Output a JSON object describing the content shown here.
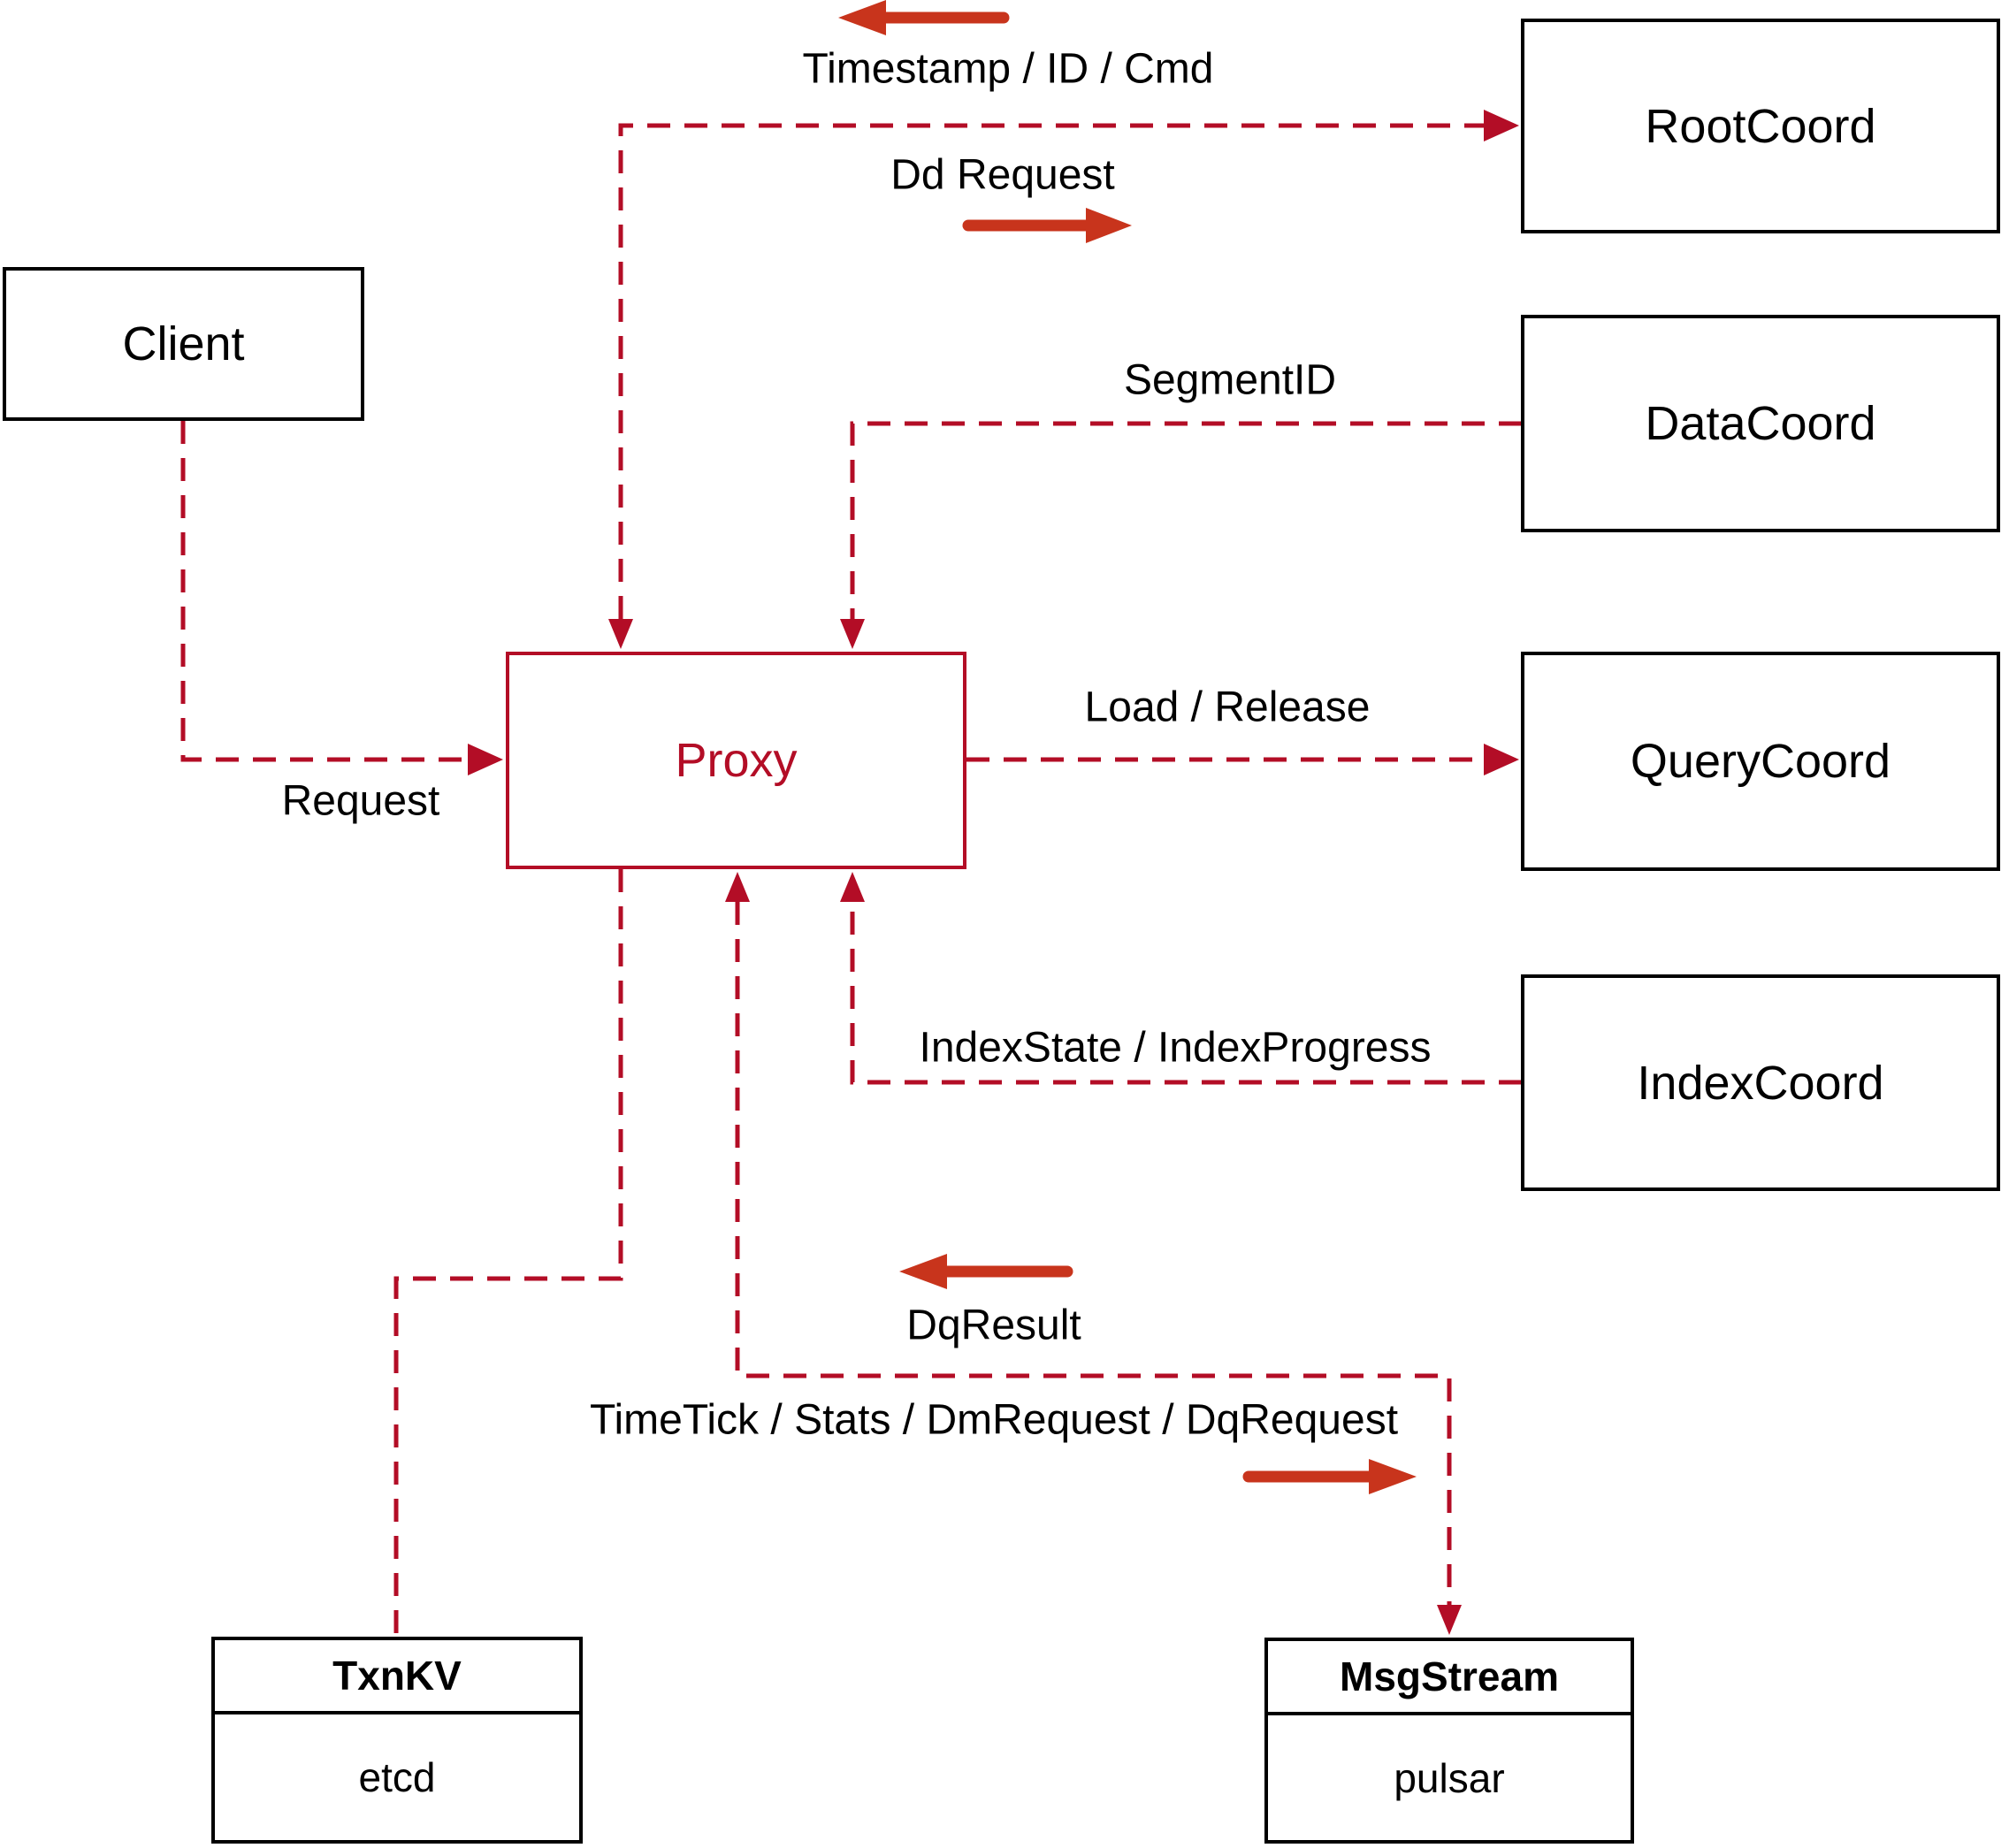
{
  "colors": {
    "line_red": "#b30d26",
    "arrow_red": "#c8341c",
    "box_black": "#000000",
    "text_black": "#000000",
    "background": "#ffffff"
  },
  "nodes": {
    "client": {
      "label": "Client"
    },
    "proxy": {
      "label": "Proxy"
    },
    "rootcoord": {
      "label": "RootCoord"
    },
    "datacoord": {
      "label": "DataCoord"
    },
    "querycoord": {
      "label": "QueryCoord"
    },
    "indexcoord": {
      "label": "IndexCoord"
    },
    "txnkv": {
      "title": "TxnKV",
      "subtitle": "etcd"
    },
    "msgstream": {
      "title": "MsgStream",
      "subtitle": "pulsar"
    }
  },
  "edges": {
    "proxy_rootcoord": {
      "label_return": "Timestamp / ID / Cmd",
      "label_send": "Dd Request"
    },
    "datacoord_proxy": {
      "label": "SegmentID"
    },
    "proxy_querycoord": {
      "label": "Load / Release"
    },
    "indexcoord_proxy": {
      "label": "IndexState / IndexProgress"
    },
    "client_proxy": {
      "label": "Request"
    },
    "proxy_msgstream": {
      "label_return": "DqResult",
      "label_send": "TimeTick / Stats / DmRequest / DqRequest"
    }
  }
}
